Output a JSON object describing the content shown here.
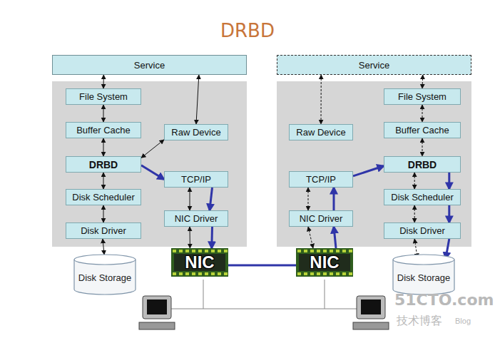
{
  "diagram": {
    "title": "DRBD",
    "nodes": [
      {
        "text": [
          "Service"
        ]
      },
      {
        "text": [
          "File System"
        ]
      },
      {
        "text": [
          "Buffer Cache"
        ]
      },
      {
        "text": [
          "DRBD"
        ]
      },
      {
        "text": [
          "Disk Scheduler"
        ]
      },
      {
        "text": [
          "Disk Driver"
        ]
      },
      {
        "text": [
          "Raw Device"
        ]
      },
      {
        "text": [
          "TCP/IP"
        ]
      },
      {
        "text": [
          "NIC Driver"
        ]
      },
      {
        "text": [
          "Disk Storage"
        ]
      },
      {
        "text": [
          "NIC"
        ]
      },
      {
        "text": [
          "Service"
        ]
      },
      {
        "text": [
          "Raw Device"
        ]
      },
      {
        "text": [
          "File System"
        ]
      },
      {
        "text": [
          "Buffer Cache"
        ]
      },
      {
        "text": [
          "DRBD"
        ]
      },
      {
        "text": [
          "TCP/IP"
        ]
      },
      {
        "text": [
          "Disk Scheduler"
        ]
      },
      {
        "text": [
          "NIC Driver"
        ]
      },
      {
        "text": [
          "Disk Driver"
        ]
      },
      {
        "text": [
          "Disk Storage"
        ]
      },
      {
        "text": [
          "NIC"
        ]
      }
    ],
    "edges": [
      {
        "from": 0,
        "to": 1,
        "arrow": "both"
      },
      {
        "from": 1,
        "to": 2,
        "arrow": "both"
      },
      {
        "from": 2,
        "to": 3,
        "arrow": "both"
      },
      {
        "from": 3,
        "to": 4,
        "arrow": "both"
      },
      {
        "from": 4,
        "to": 5,
        "arrow": "both"
      },
      {
        "from": 5,
        "to": 9,
        "arrow": "both"
      },
      {
        "from": 0,
        "to": 6,
        "arrow": "both"
      },
      {
        "from": 6,
        "to": 3,
        "arrow": "both"
      },
      {
        "from": 3,
        "to": 7,
        "arrow": "to"
      },
      {
        "from": 7,
        "to": 8,
        "arrow": "both"
      },
      {
        "from": 7,
        "to": 8,
        "arrow": "to"
      },
      {
        "from": 8,
        "to": 10,
        "arrow": "both"
      },
      {
        "from": 8,
        "to": 10,
        "arrow": "to"
      },
      {
        "from": 10,
        "to": 21,
        "arrow": "none"
      },
      {
        "from": 11,
        "to": 12,
        "arrow": "both"
      },
      {
        "from": 11,
        "to": 13,
        "arrow": "both"
      },
      {
        "from": 13,
        "to": 14,
        "arrow": "both"
      },
      {
        "from": 14,
        "to": 15,
        "arrow": "both"
      },
      {
        "from": 15,
        "to": 17,
        "arrow": "both"
      },
      {
        "from": 17,
        "to": 19,
        "arrow": "both"
      },
      {
        "from": 19,
        "to": 20,
        "arrow": "both"
      },
      {
        "from": 16,
        "to": 18,
        "arrow": "both"
      },
      {
        "from": 18,
        "to": 21,
        "arrow": "both"
      },
      {
        "from": 21,
        "to": 18,
        "arrow": "to"
      },
      {
        "from": 18,
        "to": 16,
        "arrow": "to"
      },
      {
        "from": 16,
        "to": 15,
        "arrow": "to"
      },
      {
        "from": 15,
        "to": 17,
        "arrow": "to"
      },
      {
        "from": 17,
        "to": 19,
        "arrow": "to"
      },
      {
        "from": 19,
        "to": 20,
        "arrow": "to"
      }
    ],
    "labels": [
      "51CTO.com",
      "技术博客",
      "Blog"
    ]
  }
}
